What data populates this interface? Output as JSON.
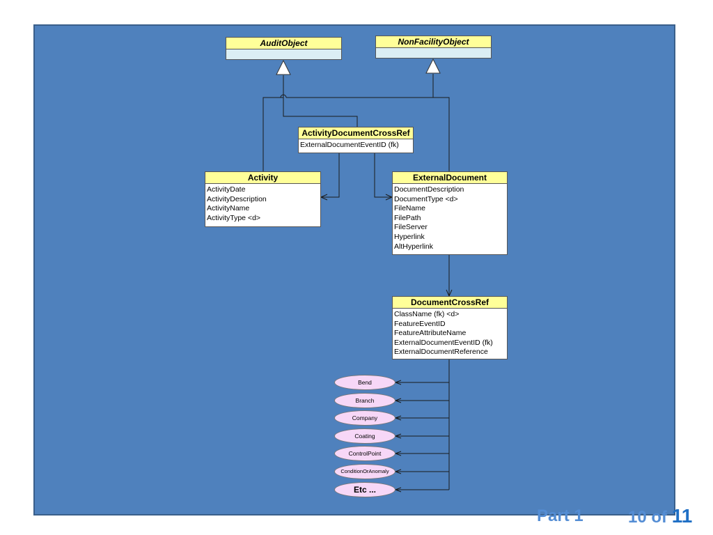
{
  "entities": {
    "audit_object": {
      "name": "AuditObject"
    },
    "non_facility_object": {
      "name": "NonFacilityObject"
    },
    "activity_document_cross_ref": {
      "name": "ActivityDocumentCrossRef",
      "attrs": [
        "ExternalDocumentEventID (fk)"
      ]
    },
    "activity": {
      "name": "Activity",
      "attrs": [
        "ActivityDate",
        "ActivityDescription",
        "ActivityName",
        "ActivityType <d>"
      ]
    },
    "external_document": {
      "name": "ExternalDocument",
      "attrs": [
        "DocumentDescription",
        "DocumentType <d>",
        "FileName",
        "FilePath",
        "FileServer",
        "Hyperlink",
        "AltHyperlink"
      ]
    },
    "document_cross_ref": {
      "name": "DocumentCrossRef",
      "attrs": [
        "ClassName (fk) <d>",
        "FeatureEventID",
        "FeatureAttributeName",
        "ExternalDocumentEventID (fk)",
        "ExternalDocumentReference"
      ]
    }
  },
  "feature_classes": [
    "Bend",
    "Branch",
    "Company",
    "Coating",
    "ControlPoint",
    "ConditionOrAnomaly",
    "Etc ..."
  ],
  "footer": {
    "part": "Part 1",
    "page": "10 of",
    "total": "11"
  },
  "colors": {
    "panel": "#4f81bd",
    "header": "#ffff99",
    "abstract_band": "#dbeef4",
    "oval_fill": "#f7d7f7",
    "footer_text": "#548dd4"
  }
}
